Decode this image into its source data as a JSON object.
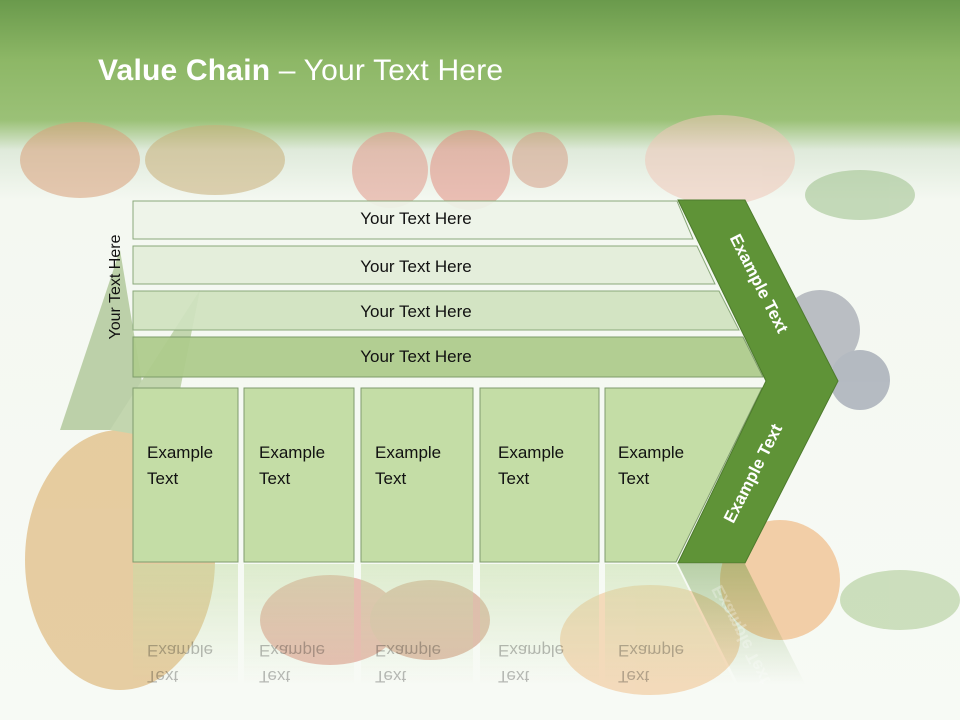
{
  "slide": {
    "title_bold": "Value Chain",
    "title_rest": " – Your Text Here",
    "side_label": "Your Text Here",
    "support_rows": [
      "Your Text Here",
      "Your Text Here",
      "Your Text Here",
      "Your Text Here"
    ],
    "primary_boxes": [
      "Example\nText",
      "Example\nText",
      "Example\nText",
      "Example\nText",
      "Example\nText"
    ],
    "margin_labels": [
      "Example Text",
      "Example Text"
    ]
  },
  "colors": {
    "header_green": "#8db766",
    "row_fills": [
      "#edf3e8",
      "#e2edd9",
      "#cfe2bf",
      "#aecb8c"
    ],
    "box_fill": "#c4dda6",
    "arrow_green": "#5f9337"
  }
}
